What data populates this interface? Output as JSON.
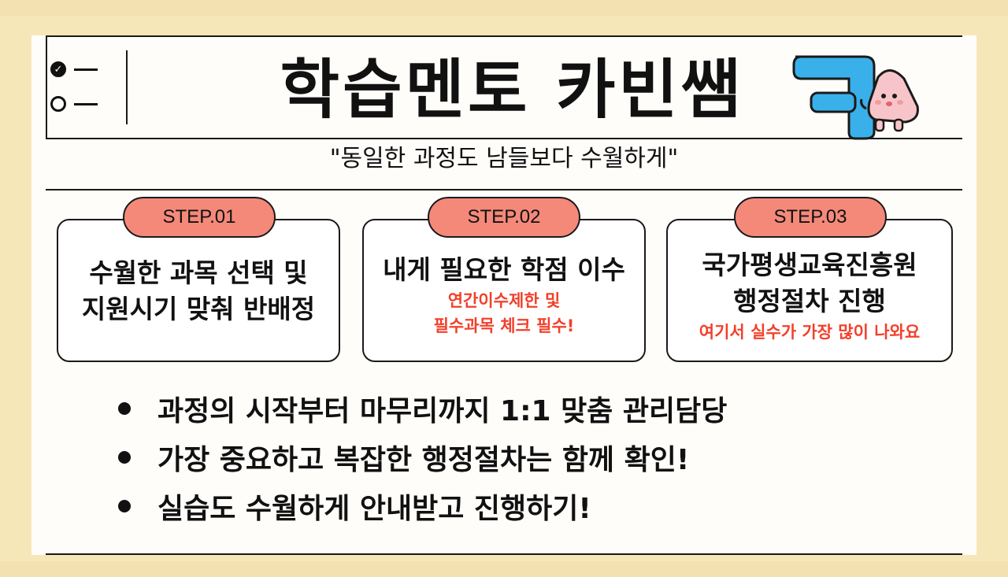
{
  "header": {
    "title": "학습멘토 카빈쌤",
    "logo_letter": "ㅋ",
    "check_icon": "✓"
  },
  "subtitle": "\"동일한 과정도 남들보다 수월하게\"",
  "steps": [
    {
      "label": "STEP.01",
      "main": [
        "수월한 과목 선택 및",
        "지원시기 맞춰 반배정"
      ],
      "note": []
    },
    {
      "label": "STEP.02",
      "main": [
        "내게 필요한 학점 이수"
      ],
      "note": [
        "연간이수제한 및",
        "필수과목 체크 필수!"
      ]
    },
    {
      "label": "STEP.03",
      "main": [
        "국가평생교육진흥원",
        "행정절차 진행"
      ],
      "note": [
        "여기서 실수가 가장 많이 나와요"
      ]
    }
  ],
  "bullets": [
    "과정의 시작부터 마무리까지 1:1 맞춤 관리담당",
    "가장 중요하고 복잡한 행정절차는 함께 확인!",
    "실습도 수월하게 안내받고 진행하기!"
  ],
  "colors": {
    "background": "#f6e7b9",
    "pill": "#f4897a",
    "accent_red": "#f2402b",
    "logo_blue": "#3ab0ea",
    "mascot_pink": "#f7c5c9"
  }
}
